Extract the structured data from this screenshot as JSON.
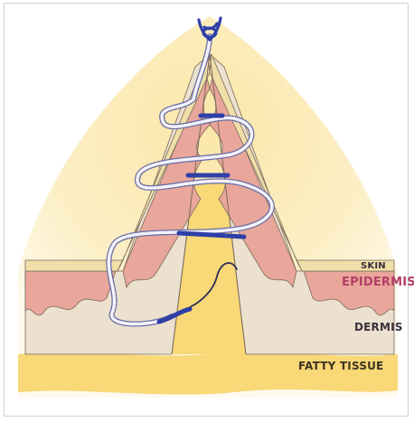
{
  "labels": {
    "skin": "SKIN",
    "epidermis": "EPIDERMIS",
    "dermis": "DERMIS",
    "fatty_tissue": "FATTY TISSUE"
  },
  "colors": {
    "background_glow": "#fbe9b0",
    "fat": "#f8d877",
    "skin": "#f0dfa8",
    "epidermis": "#e9a69a",
    "dermis": "#ece1cf",
    "suture": "#2e3fa8",
    "outline": "#7a6a5a"
  },
  "icons": {
    "knot": "suture-knot-icon",
    "needle": "curved-needle-icon"
  }
}
